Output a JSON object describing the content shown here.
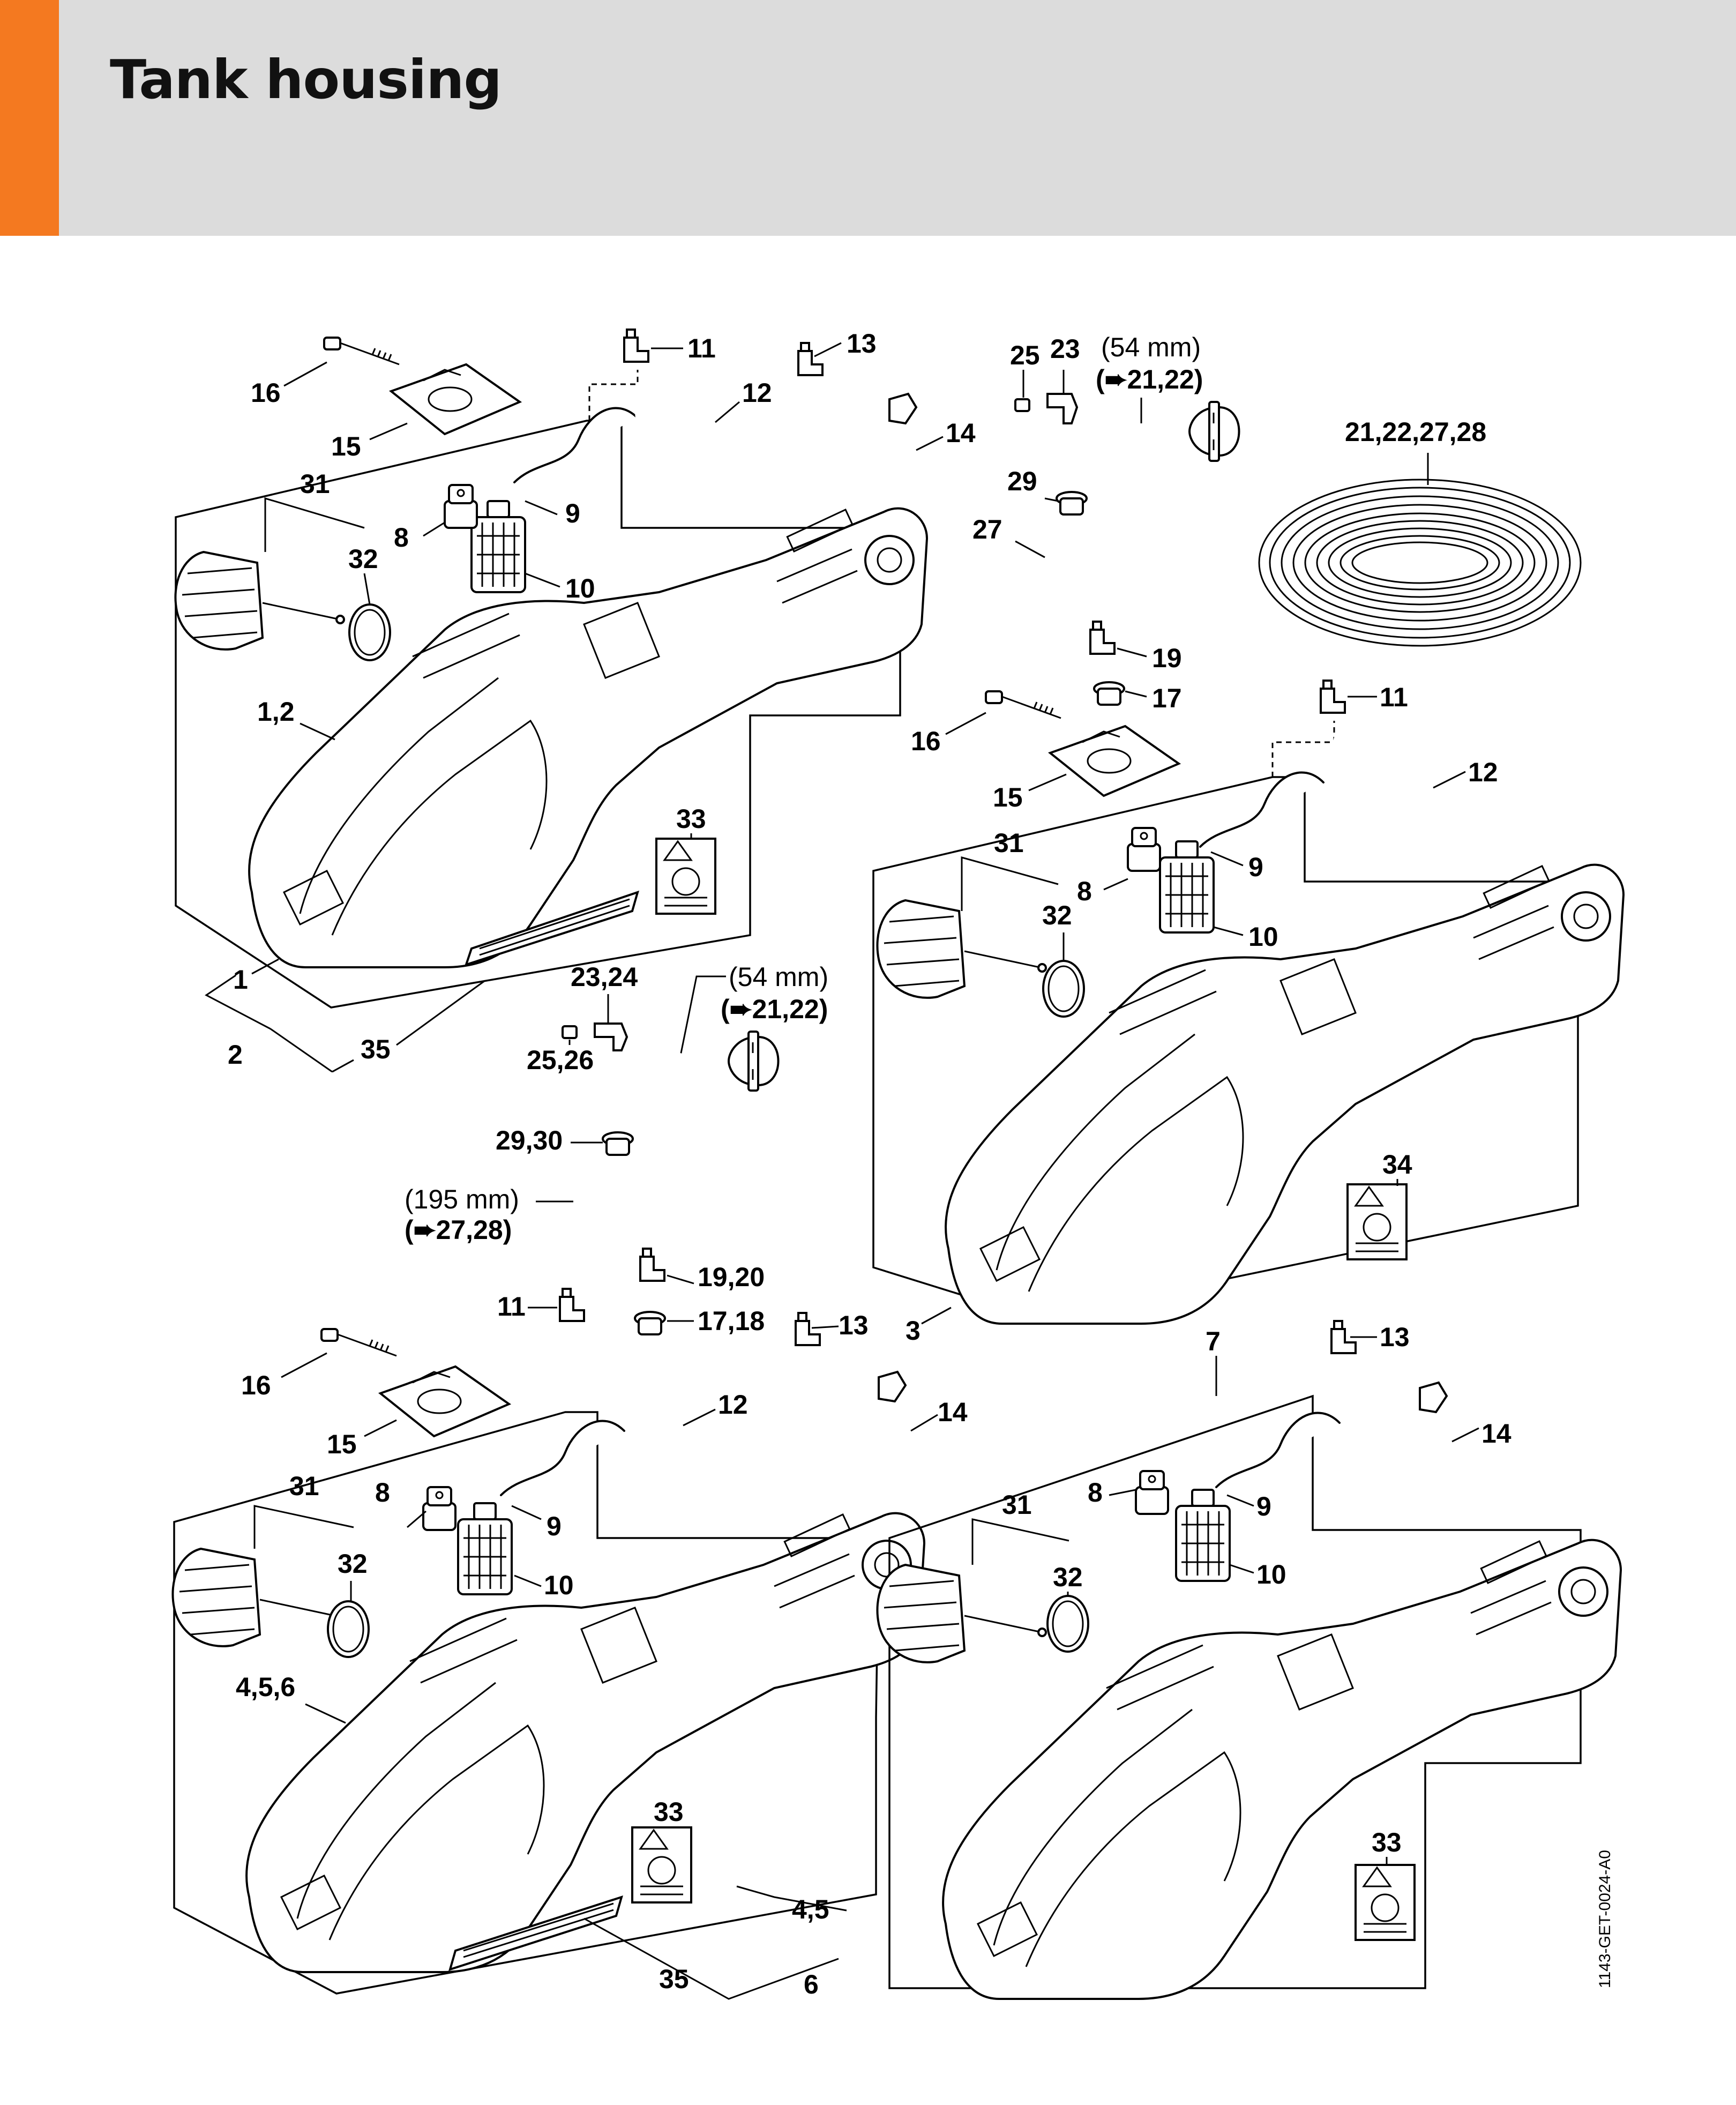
{
  "page": {
    "title": "Tank housing",
    "accent_color": "#f47920",
    "header_bg": "#dcdcdc"
  },
  "drawing_code": "1143-GET-0024-A0",
  "callouts": {
    "g1": {
      "c16": "16",
      "c15": "15",
      "c31": "31",
      "c32": "32",
      "c8": "8",
      "c9": "9",
      "c10": "10",
      "c12": "1,2",
      "c33": "33",
      "c1": "1",
      "c2": "2",
      "c35": "35"
    },
    "g2": {
      "c11": "11",
      "c12": "12",
      "c13": "13",
      "c14": "14"
    },
    "g3": {
      "c25": "25",
      "c23": "23",
      "len": "(54 mm)",
      "ref_arrow": "➨",
      "ref": "21,22",
      "c29": "29",
      "c27": "27",
      "c19": "19",
      "c17": "17",
      "coil": "21,22,27,28"
    },
    "g4": {
      "c16": "16",
      "c15": "15",
      "c11": "11",
      "c12": "12",
      "c31": "31",
      "c8": "8",
      "c9": "9",
      "c32": "32",
      "c10": "10",
      "c34": "34",
      "c3": "3"
    },
    "g5": {
      "c2324": "23,24",
      "len": "(54 mm)",
      "ref_arrow": "➨",
      "ref": "21,22",
      "c2526": "25,26",
      "c2930": "29,30",
      "hose_len": "(195 mm)",
      "hose_ref": "27,28",
      "c1920": "19,20",
      "c1718": "17,18",
      "c11": "11"
    },
    "g6": {
      "c16": "16",
      "c15": "15",
      "c12": "12",
      "c13": "13",
      "c14": "14",
      "c31": "31",
      "c8": "8",
      "c9": "9",
      "c32": "32",
      "c10": "10",
      "c456": "4,5,6",
      "c33": "33",
      "c45": "4,5",
      "c35": "35",
      "c6": "6"
    },
    "g7": {
      "c7": "7",
      "c13": "13",
      "c14": "14",
      "c31": "31",
      "c8": "8",
      "c9": "9",
      "c32": "32",
      "c10": "10",
      "c33": "33"
    }
  }
}
